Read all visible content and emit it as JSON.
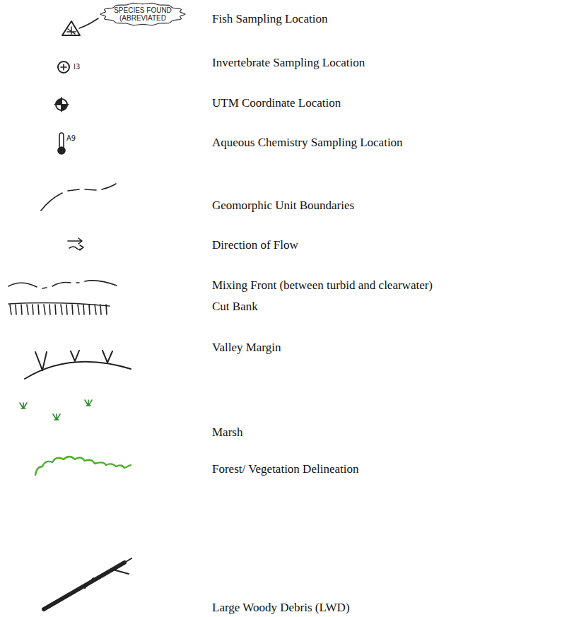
{
  "diagram": {
    "nodes": [
      {
        "text": [
          "SPECIES FOUND (ABREVIATED"
        ]
      }
    ],
    "labels": [
      "I3",
      "A9"
    ],
    "legend": [
      {
        "text": "Fish Sampling Location"
      },
      {
        "text": "Invertebrate Sampling Location"
      },
      {
        "text": "UTM Coordinate Location"
      },
      {
        "text": "Aqueous Chemistry Sampling Location"
      },
      {
        "text": "Geomorphic Unit Boundaries"
      },
      {
        "text": "Direction of Flow"
      },
      {
        "text": "Mixing Front (between turbid and clearwater)"
      },
      {
        "text": "Cut Bank"
      },
      {
        "text": "Valley Margin"
      },
      {
        "text": "Marsh"
      },
      {
        "text": "Forest/ Vegetation Delineation"
      },
      {
        "text": "Large Woody Debris (LWD)"
      }
    ]
  }
}
